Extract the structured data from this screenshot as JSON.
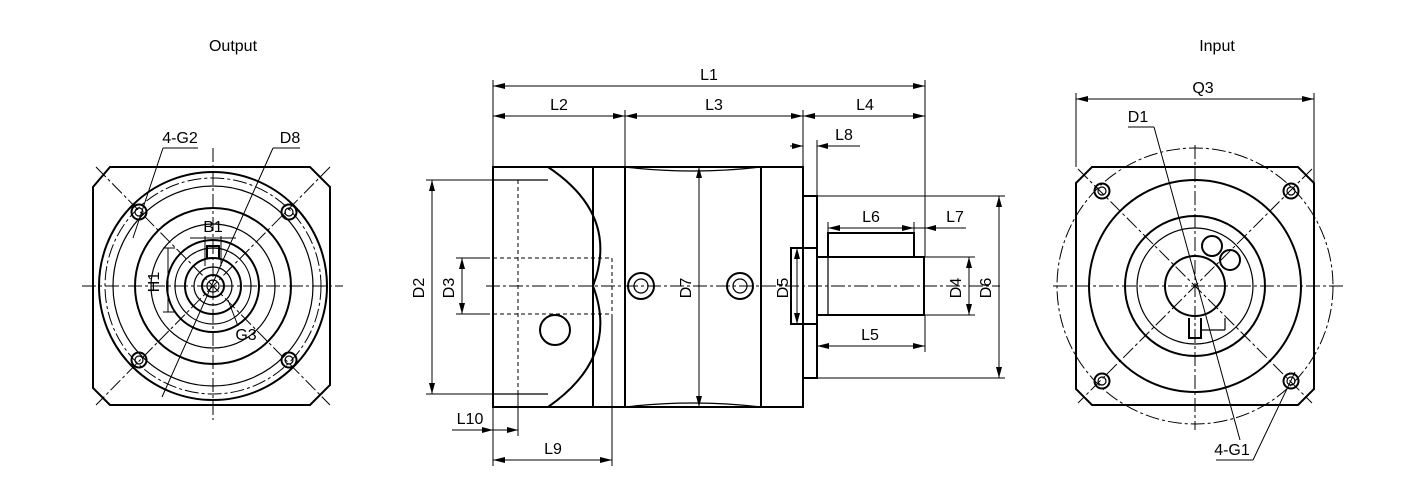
{
  "views": {
    "output_title": "Output",
    "input_title": "Input"
  },
  "labels": {
    "g2": "4-G2",
    "d8": "D8",
    "b1": "B1",
    "h1": "H1",
    "g3": "G3",
    "l1": "L1",
    "l2": "L2",
    "l3": "L3",
    "l4": "L4",
    "l5": "L5",
    "l6": "L6",
    "l7": "L7",
    "l8": "L8",
    "l9": "L9",
    "l10": "L10",
    "d2": "D2",
    "d3": "D3",
    "d4": "D4",
    "d5": "D5",
    "d6": "D6",
    "d7": "D7",
    "q3": "Q3",
    "d1": "D1",
    "g1": "4-G1"
  }
}
